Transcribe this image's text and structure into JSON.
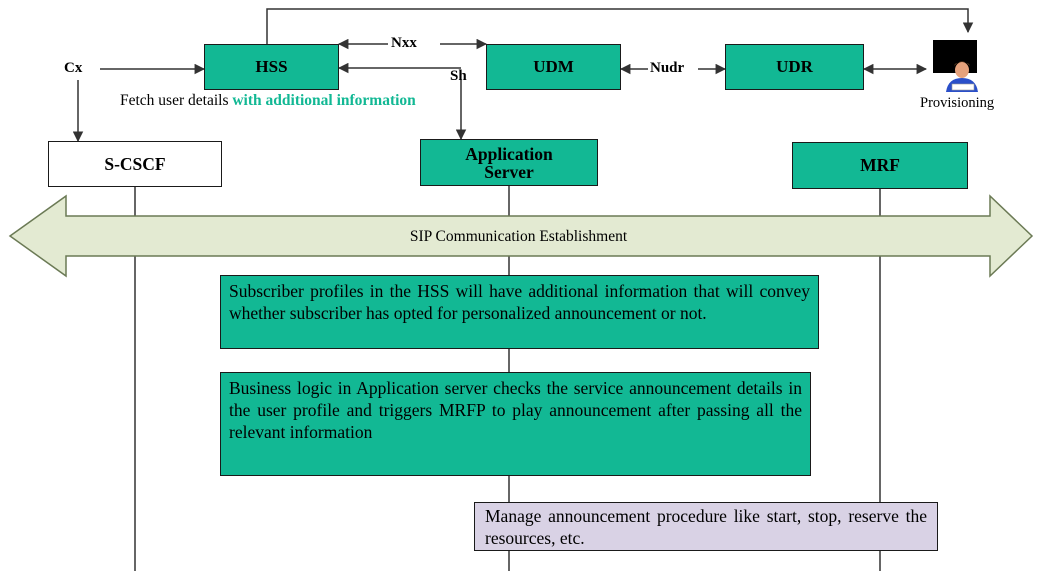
{
  "nodes": {
    "hss": "HSS",
    "udm": "UDM",
    "udr": "UDR",
    "provisioning": "Provisioning",
    "scscf": "S-CSCF",
    "app_server": "Application Server",
    "mrf": "MRF"
  },
  "interfaces": {
    "nxx": "Nxx",
    "nudr": "Nudr",
    "cx": "Cx",
    "sh": "Sh"
  },
  "fetch_label": {
    "plain": "Fetch user details ",
    "highlight": "with additional information"
  },
  "banner": "SIP Communication Establishment",
  "notes": {
    "subscriber": "Subscriber profiles in the HSS will have additional information that will convey whether subscriber has opted for personalized announcement or not.",
    "business": "Business logic in Application server checks the service announcement details in the user profile and triggers MRFP to play announcement after passing all the relevant information",
    "manage": "Manage announcement procedure like start, stop, reserve the resources, etc."
  },
  "colors": {
    "node_fill": "#12b894",
    "highlight_text": "#12b894",
    "banner_fill": "#e3ead2",
    "manage_fill": "#d9d2e5"
  },
  "icons": {
    "provisioning": "operator-at-monitor-icon"
  }
}
